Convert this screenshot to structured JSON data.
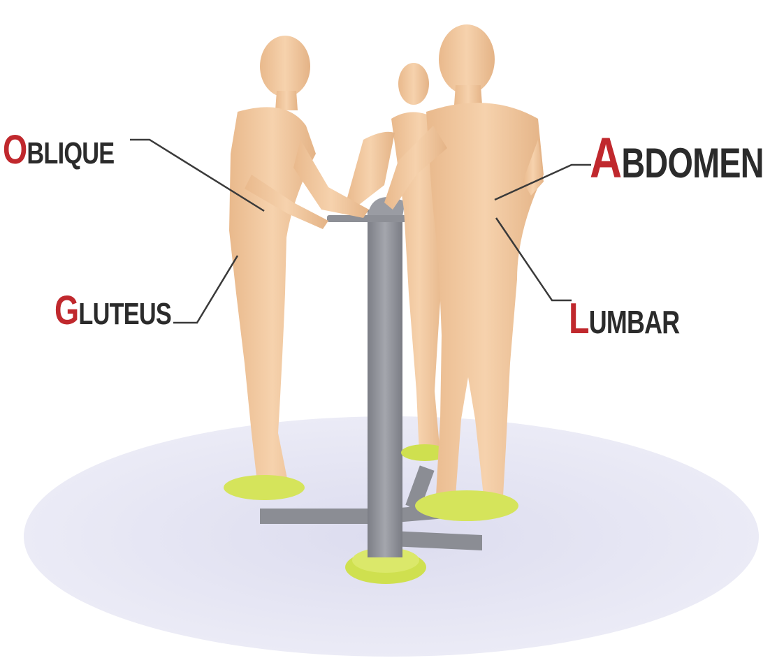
{
  "labels": {
    "oblique": {
      "first": "O",
      "rest": "BLIQUE"
    },
    "gluteus": {
      "first": "G",
      "rest": "LUTEUS"
    },
    "abdomen": {
      "first": "A",
      "rest": "BDOMEN"
    },
    "lumbar": {
      "first": "L",
      "rest": "UMBAR"
    }
  },
  "colors": {
    "accent": "#c0282d",
    "text": "#2b2b2b",
    "skin": "#f2c9a0",
    "pole": "#8e9097",
    "pad": "#dbe86a",
    "floor": "#e7e7f5"
  }
}
